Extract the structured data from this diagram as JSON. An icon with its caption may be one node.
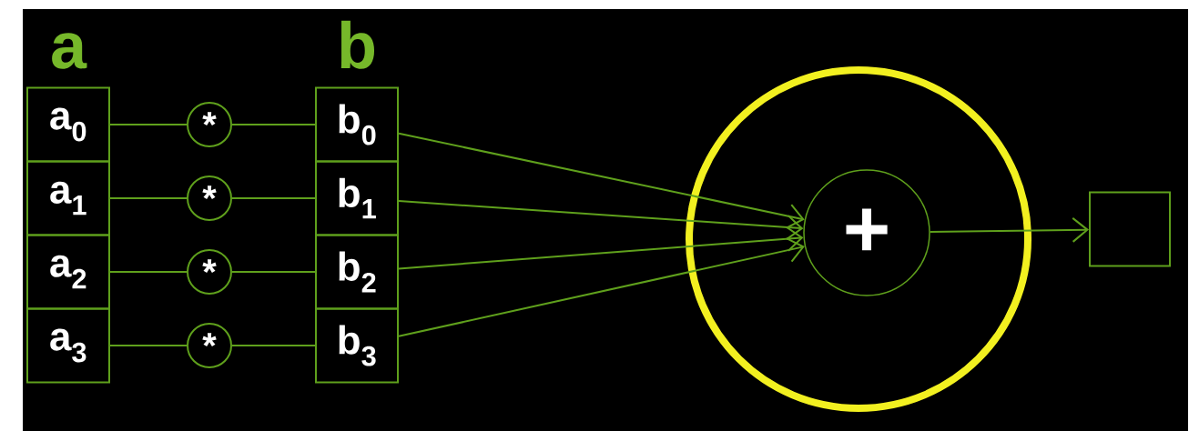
{
  "diagram": {
    "nodes": [
      {
        "text": [
          "a$_{0}$"
        ]
      },
      {
        "text": [
          "a$_{1}$"
        ]
      },
      {
        "text": [
          "a$_{2}$"
        ]
      },
      {
        "text": [
          "a$_{3}$"
        ]
      },
      {
        "text": [
          "*"
        ]
      },
      {
        "text": [
          "*"
        ]
      },
      {
        "text": [
          "*"
        ]
      },
      {
        "text": [
          "*"
        ]
      },
      {
        "text": [
          "b$_{0}$"
        ]
      },
      {
        "text": [
          "b$_{1}$"
        ]
      },
      {
        "text": [
          "b$_{2}$"
        ]
      },
      {
        "text": [
          "b$_{3}$"
        ]
      },
      {
        "text": [],
        "shape": "circle"
      },
      {
        "text": [
          "+"
        ],
        "in": 12
      },
      {
        "text": [],
        "shape": "box"
      }
    ],
    "edges": [
      {
        "from": 0,
        "to": 4,
        "arrow": "none"
      },
      {
        "from": 1,
        "to": 5,
        "arrow": "none"
      },
      {
        "from": 2,
        "to": 6,
        "arrow": "none"
      },
      {
        "from": 3,
        "to": 7,
        "arrow": "none"
      },
      {
        "from": 4,
        "to": 8,
        "arrow": "none"
      },
      {
        "from": 5,
        "to": 9,
        "arrow": "none"
      },
      {
        "from": 6,
        "to": 10,
        "arrow": "none"
      },
      {
        "from": 7,
        "to": 11,
        "arrow": "none"
      },
      {
        "from": 8,
        "to": 13,
        "arrow": "to"
      },
      {
        "from": 9,
        "to": 13,
        "arrow": "to"
      },
      {
        "from": 10,
        "to": 13,
        "arrow": "to"
      },
      {
        "from": 11,
        "to": 13,
        "arrow": "to"
      },
      {
        "from": 13,
        "to": 14,
        "arrow": "to"
      }
    ],
    "labels": [
      "a",
      "b"
    ]
  }
}
